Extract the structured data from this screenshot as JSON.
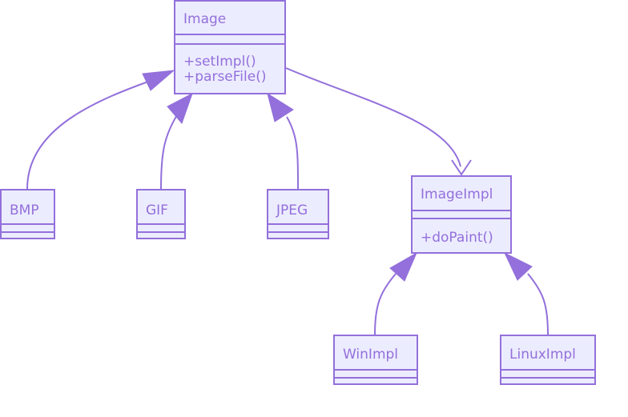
{
  "diagram": {
    "type": "uml-class-diagram",
    "colors": {
      "fill": "#ECECFF",
      "stroke": "#9370DB",
      "text": "#9370DB"
    },
    "classes": [
      {
        "id": "image",
        "name": "Image",
        "attributes": [],
        "methods": [
          "+setImpl()",
          "+parseFile()"
        ]
      },
      {
        "id": "bmp",
        "name": "BMP",
        "attributes": [],
        "methods": []
      },
      {
        "id": "gif",
        "name": "GIF",
        "attributes": [],
        "methods": []
      },
      {
        "id": "jpeg",
        "name": "JPEG",
        "attributes": [],
        "methods": []
      },
      {
        "id": "imageimpl",
        "name": "ImageImpl",
        "attributes": [],
        "methods": [
          "+doPaint()"
        ]
      },
      {
        "id": "winimpl",
        "name": "WinImpl",
        "attributes": [],
        "methods": []
      },
      {
        "id": "linuximpl",
        "name": "LinuxImpl",
        "attributes": [],
        "methods": []
      }
    ],
    "relations": [
      {
        "from": "BMP",
        "to": "Image",
        "kind": "inheritance"
      },
      {
        "from": "GIF",
        "to": "Image",
        "kind": "inheritance"
      },
      {
        "from": "JPEG",
        "to": "Image",
        "kind": "inheritance"
      },
      {
        "from": "Image",
        "to": "ImageImpl",
        "kind": "association"
      },
      {
        "from": "WinImpl",
        "to": "ImageImpl",
        "kind": "inheritance"
      },
      {
        "from": "LinuxImpl",
        "to": "ImageImpl",
        "kind": "inheritance"
      }
    ]
  }
}
